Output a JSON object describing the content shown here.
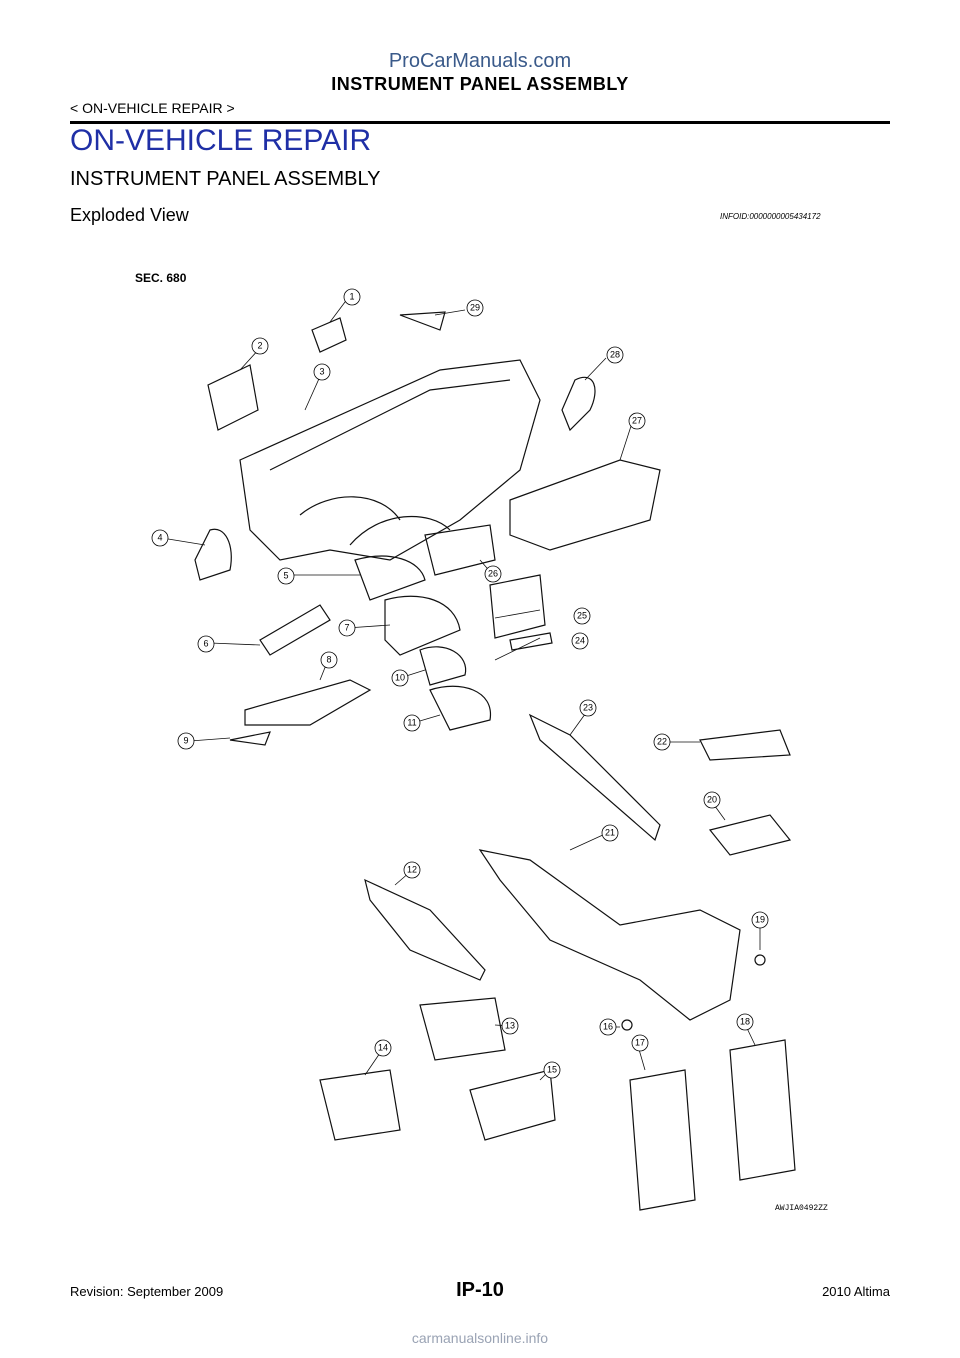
{
  "watermark": "ProCarManuals.com",
  "header": {
    "section_title": "INSTRUMENT PANEL ASSEMBLY",
    "breadcrumb": "< ON-VEHICLE REPAIR >"
  },
  "content": {
    "heading": "ON-VEHICLE REPAIR",
    "subheading": "INSTRUMENT PANEL ASSEMBLY",
    "topic": "Exploded View",
    "info_id": "INFOID:0000000005434172"
  },
  "diagram": {
    "section_label": "SEC. 680",
    "figure_code": "AWJIA0492ZZ",
    "callouts": [
      "1",
      "2",
      "3",
      "4",
      "5",
      "6",
      "7",
      "8",
      "9",
      "10",
      "11",
      "12",
      "13",
      "14",
      "15",
      "16",
      "17",
      "18",
      "19",
      "20",
      "21",
      "22",
      "23",
      "24",
      "25",
      "26",
      "27",
      "28",
      "29"
    ]
  },
  "footer": {
    "revision": "Revision: September 2009",
    "page": "IP-10",
    "model": "2010 Altima",
    "site": "carmanualsonline.info"
  },
  "colors": {
    "heading_blue": "#1f2fa6",
    "watermark": "#3a5a8a"
  }
}
